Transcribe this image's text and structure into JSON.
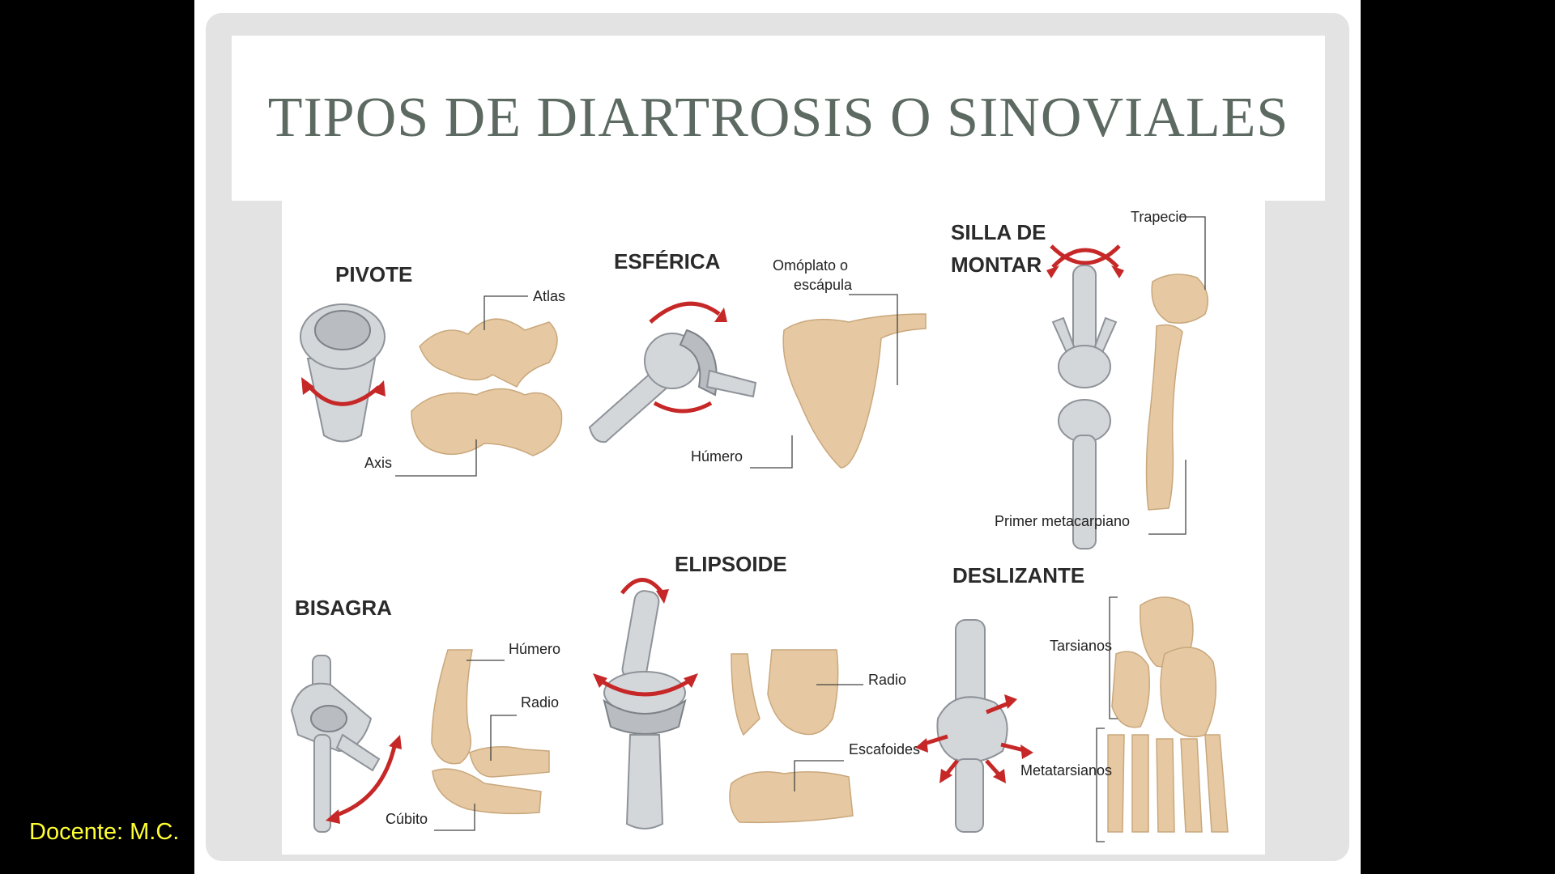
{
  "slide": {
    "title": "TIPOS DE DIARTROSIS O SINOVIALES",
    "footer_text": "Docente: M.C."
  },
  "figure": {
    "joints": {
      "pivote": {
        "heading": "PIVOTE",
        "labels": [
          "Atlas",
          "Axis"
        ]
      },
      "esferica": {
        "heading": "ESFÉRICA",
        "labels": [
          "Omóplato o",
          "escápula",
          "Húmero"
        ]
      },
      "silla": {
        "heading_line1": "SILLA DE",
        "heading_line2": "MONTAR",
        "labels": [
          "Trapecio",
          "Primer metacarpiano"
        ]
      },
      "bisagra": {
        "heading": "BISAGRA",
        "labels": [
          "Húmero",
          "Radio",
          "Cúbito"
        ]
      },
      "elipsoide": {
        "heading": "ELIPSOIDE",
        "labels": [
          "Radio",
          "Escafoides"
        ]
      },
      "deslizante": {
        "heading": "DESLIZANTE",
        "labels": [
          "Tarsianos",
          "Metatarsianos"
        ]
      }
    }
  },
  "colors": {
    "background": "#000000",
    "frame": "#e3e3e3",
    "title": "#5c6a62",
    "footer": "#ffff33",
    "bone": "#e6c9a2",
    "arrow": "#c62828"
  }
}
